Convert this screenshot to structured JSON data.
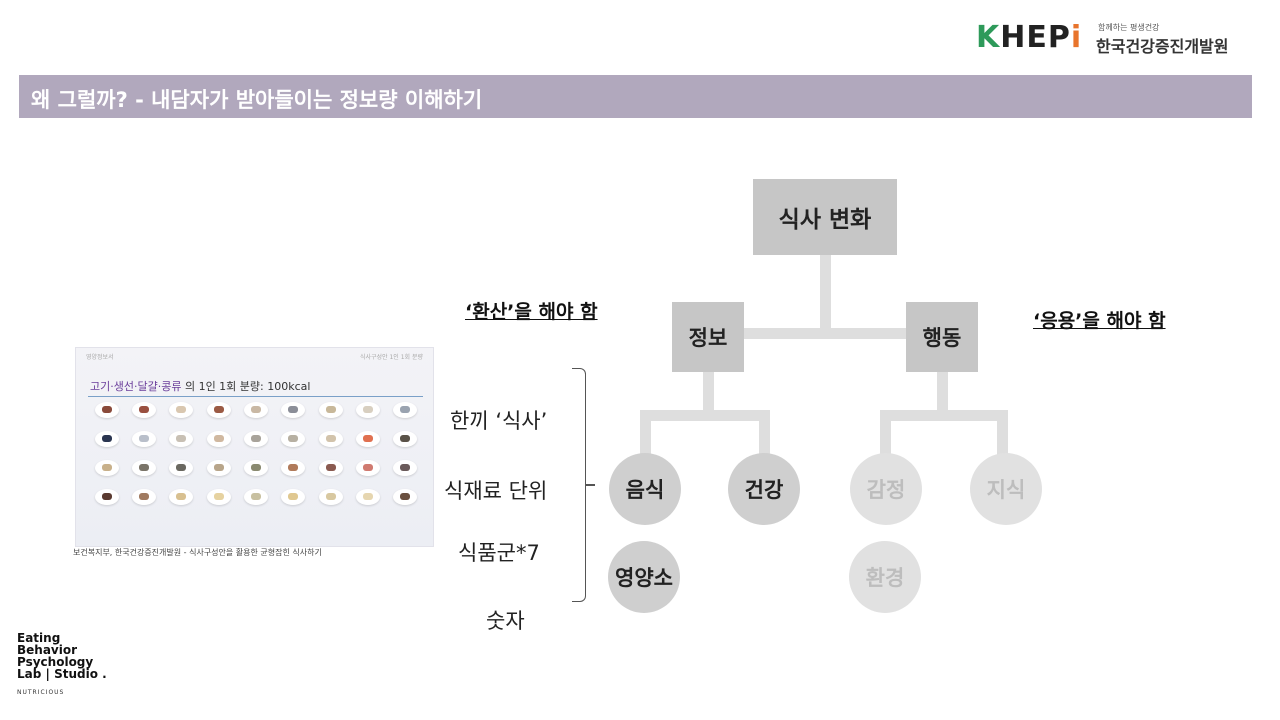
{
  "logo": {
    "mark": "KHEPi",
    "tagline": "함께하는 평생건강",
    "org_name": "한국건강증진개발원"
  },
  "header": {
    "title": "왜 그럴까? - 내담자가 받아들이는 정보량 이해하기"
  },
  "thumbnail": {
    "top_left": "영양정보서",
    "top_right": "식사구성안 1인 1회 분량",
    "heading_group": "고기·생선·달걀·콩류",
    "heading_rest": " 의 1인 1회 분량: ",
    "heading_kcal": "100kcal",
    "caption": "보건복지부, 한국건강증진개발원 - 식사구성안을 활용한 균형잡힌 식사하기"
  },
  "labels": {
    "conversion": "‘환산’을 해야 함",
    "application": "‘응용’을 해야 함"
  },
  "list": {
    "items": [
      "한끼 ‘식사’",
      "식재료 단위",
      "식품군*7",
      "숫자"
    ]
  },
  "diagram": {
    "root": "식사 변화",
    "info": "정보",
    "behavior": "행동",
    "food": "음식",
    "health": "건강",
    "nutrient": "영양소",
    "emotion": "감정",
    "knowledge": "지식",
    "environment": "환경"
  },
  "brand": {
    "lines": [
      "Eating",
      "Behavior",
      "Psychology",
      "Lab | Studio ."
    ],
    "sub": "NUTRICIOUS"
  },
  "colors": {
    "title_bar": "#b1a8bd",
    "node_dark": "#c6c6c6",
    "node_light": "#e1e1e1",
    "connector": "#dedede",
    "logo_green": "#2e9a5a",
    "logo_orange": "#e8742c"
  }
}
